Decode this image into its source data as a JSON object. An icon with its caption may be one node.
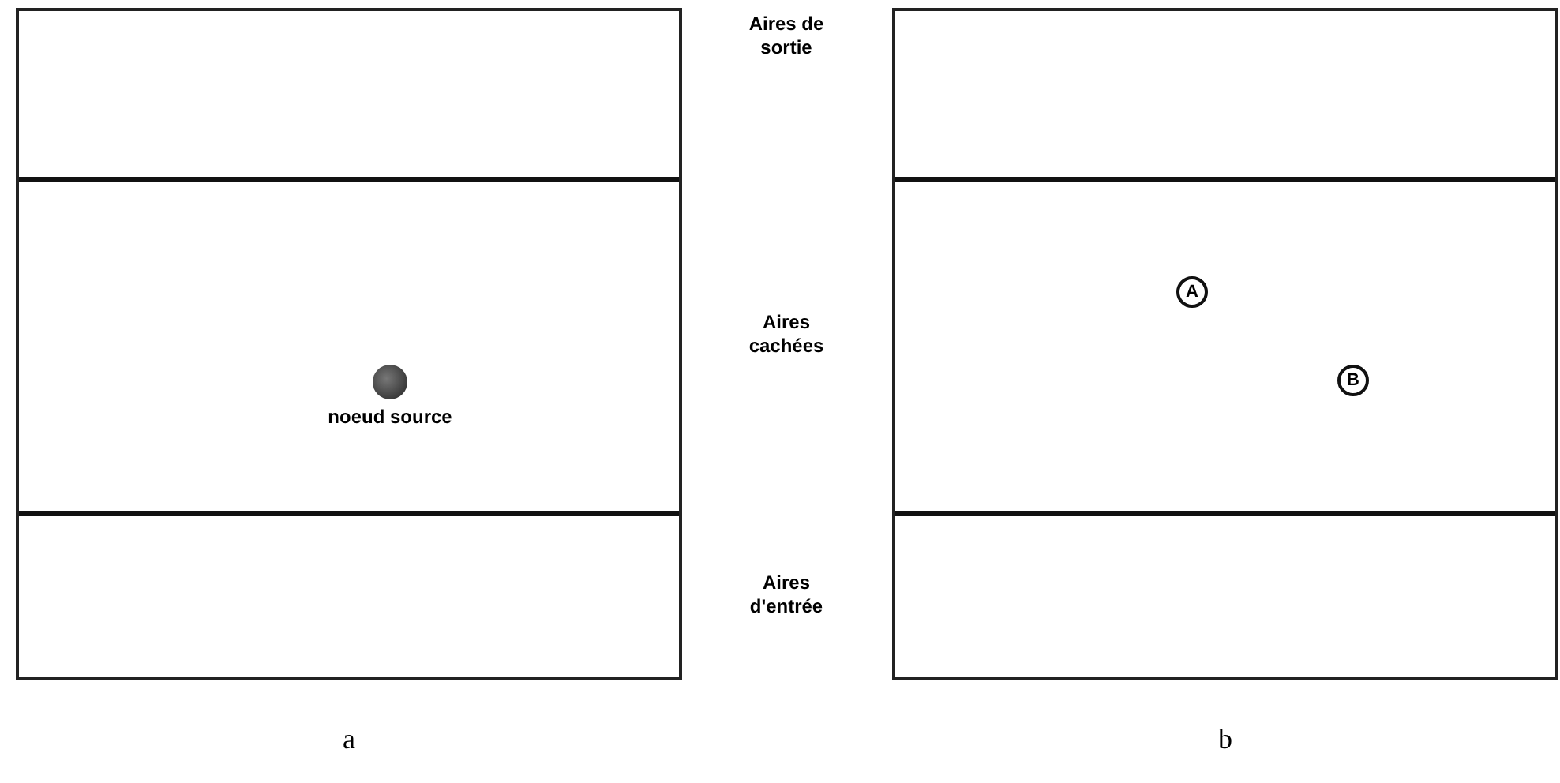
{
  "diagram": {
    "nodes": [
      {
        "text": [],
        "shape": "box",
        "beside": [
          "a"
        ]
      },
      {
        "text": [],
        "shape": "circle",
        "beside": [
          "noeud source"
        ],
        "in": 0
      },
      {
        "text": [],
        "shape": "box",
        "beside": [
          "b"
        ]
      },
      {
        "text": [
          "A"
        ],
        "in": 2
      },
      {
        "text": [
          "B"
        ],
        "in": 2
      }
    ],
    "labels": [
      "Aires de sortie",
      "Aires cachées",
      "Aires d'entrée"
    ]
  }
}
